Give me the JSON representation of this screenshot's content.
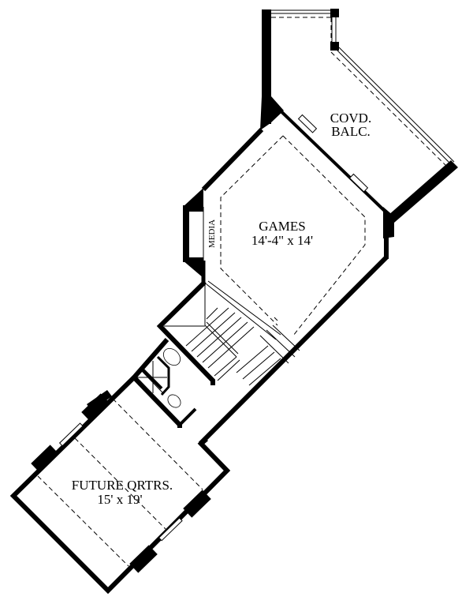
{
  "plan": {
    "rooms": {
      "balcony": {
        "line1": "COVD.",
        "line2": "BALC."
      },
      "games": {
        "name": "GAMES",
        "size": "14'-4\" x 14'"
      },
      "media": {
        "name": "MEDIA"
      },
      "future_quarters": {
        "name": "FUTURE QRTRS.",
        "size": "15' x 19'"
      }
    },
    "colors": {
      "ink": "#000000",
      "paper": "#ffffff"
    }
  }
}
